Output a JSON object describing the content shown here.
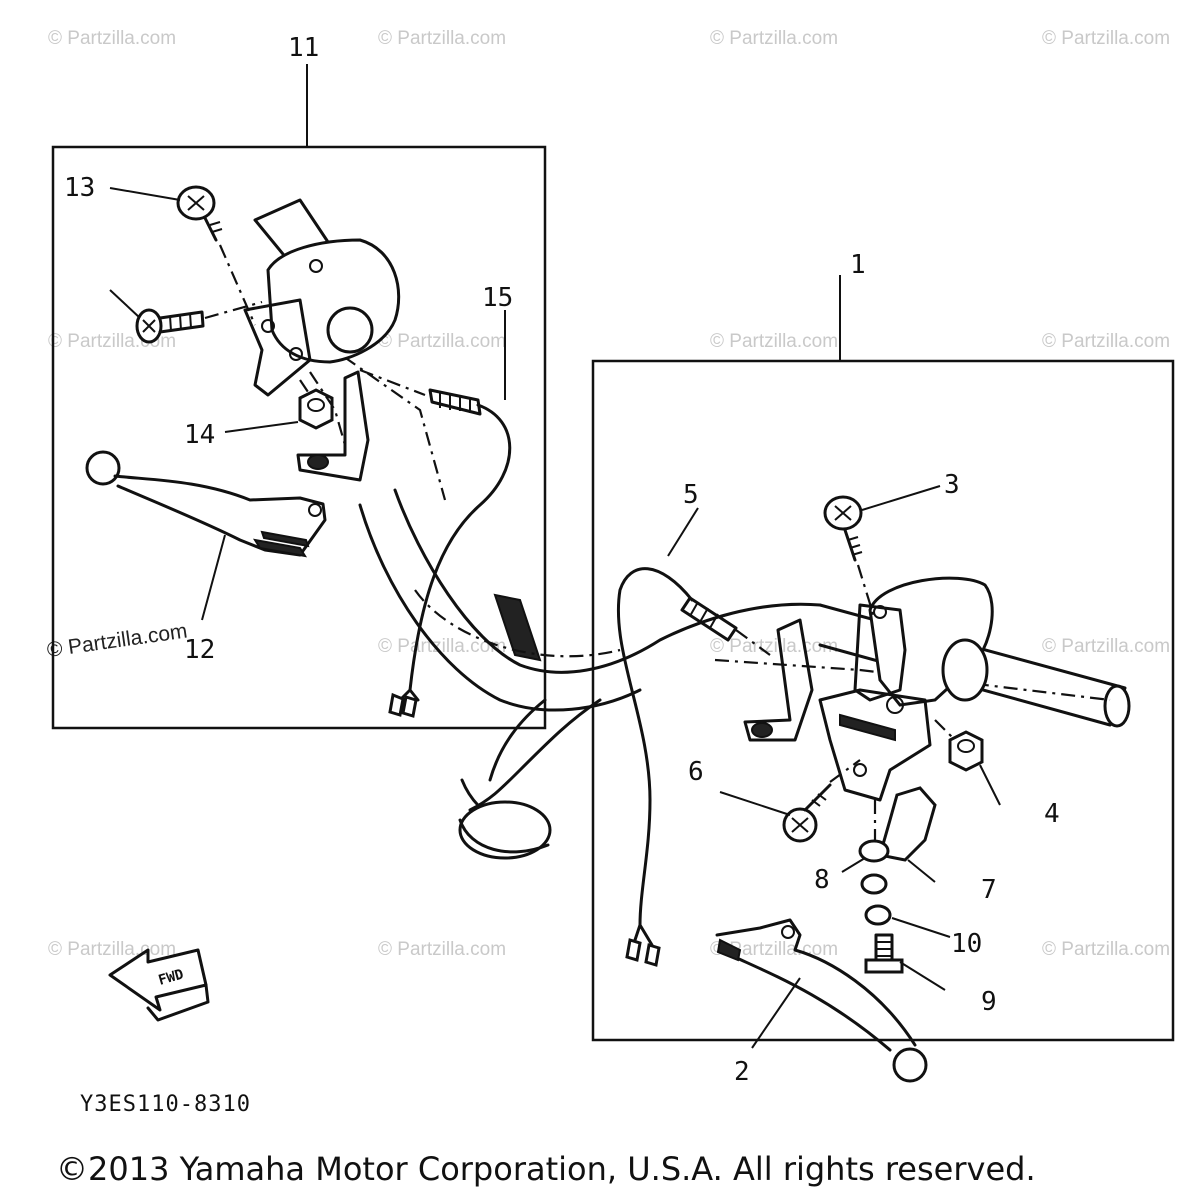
{
  "watermark": {
    "text": "© Partzilla.com",
    "visible_text": "© Partzilla.com"
  },
  "callouts": {
    "c1": "1",
    "c2": "2",
    "c3": "3",
    "c4": "4",
    "c5": "5",
    "c6": "6",
    "c7": "7",
    "c8": "8",
    "c9": "9",
    "c10": "10",
    "c11": "11",
    "c12": "12",
    "c13": "13",
    "c14": "14",
    "c15": "15"
  },
  "direction_arrow": {
    "label": "FWD",
    "icon": "forward-arrow-icon"
  },
  "diagram_code": "Y3ES110-8310",
  "copyright": "©2013 Yamaha Motor Corporation, U.S.A. All rights reserved."
}
